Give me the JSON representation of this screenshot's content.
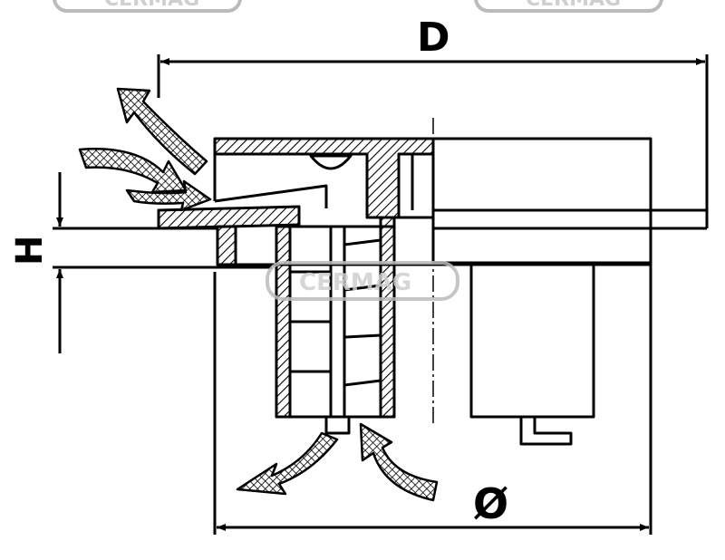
{
  "drawing": {
    "labels": {
      "diameter_outer": "D",
      "height": "H",
      "diameter_base": "Ø"
    },
    "watermark": "CERMAG",
    "colors": {
      "ink": "#000000",
      "watermark": "#c8c8c8"
    }
  }
}
